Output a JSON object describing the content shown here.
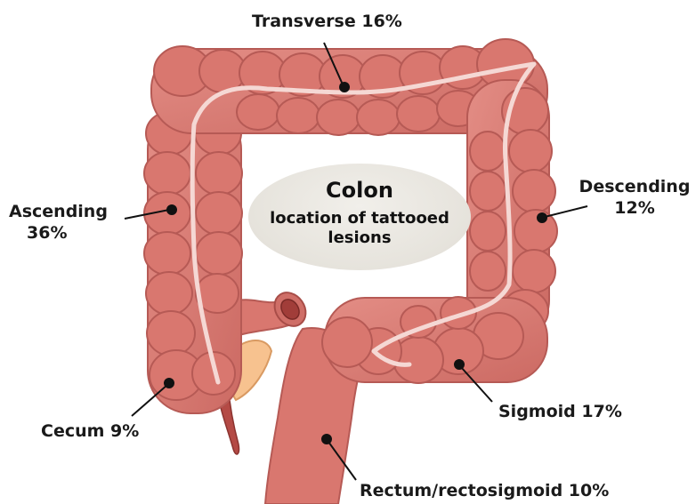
{
  "center": {
    "title": "Colon",
    "subtitle_line1": "location of tattooed",
    "subtitle_line2": "lesions"
  },
  "segments": {
    "transverse": "Transverse 16%",
    "ascending_name": "Ascending",
    "ascending_pct": "36%",
    "descending_name": "Descending",
    "descending_pct": "12%",
    "cecum": "Cecum 9%",
    "sigmoid": "Sigmoid 17%",
    "rectum": "Rectum/rectosigmoid 10%"
  },
  "colors": {
    "colon": "#d9776f",
    "colon_dark": "#b65a55",
    "inner_stripe": "#f5d8d4",
    "appendix_fat": "#f7c28f",
    "oval": "#e8e5df"
  }
}
